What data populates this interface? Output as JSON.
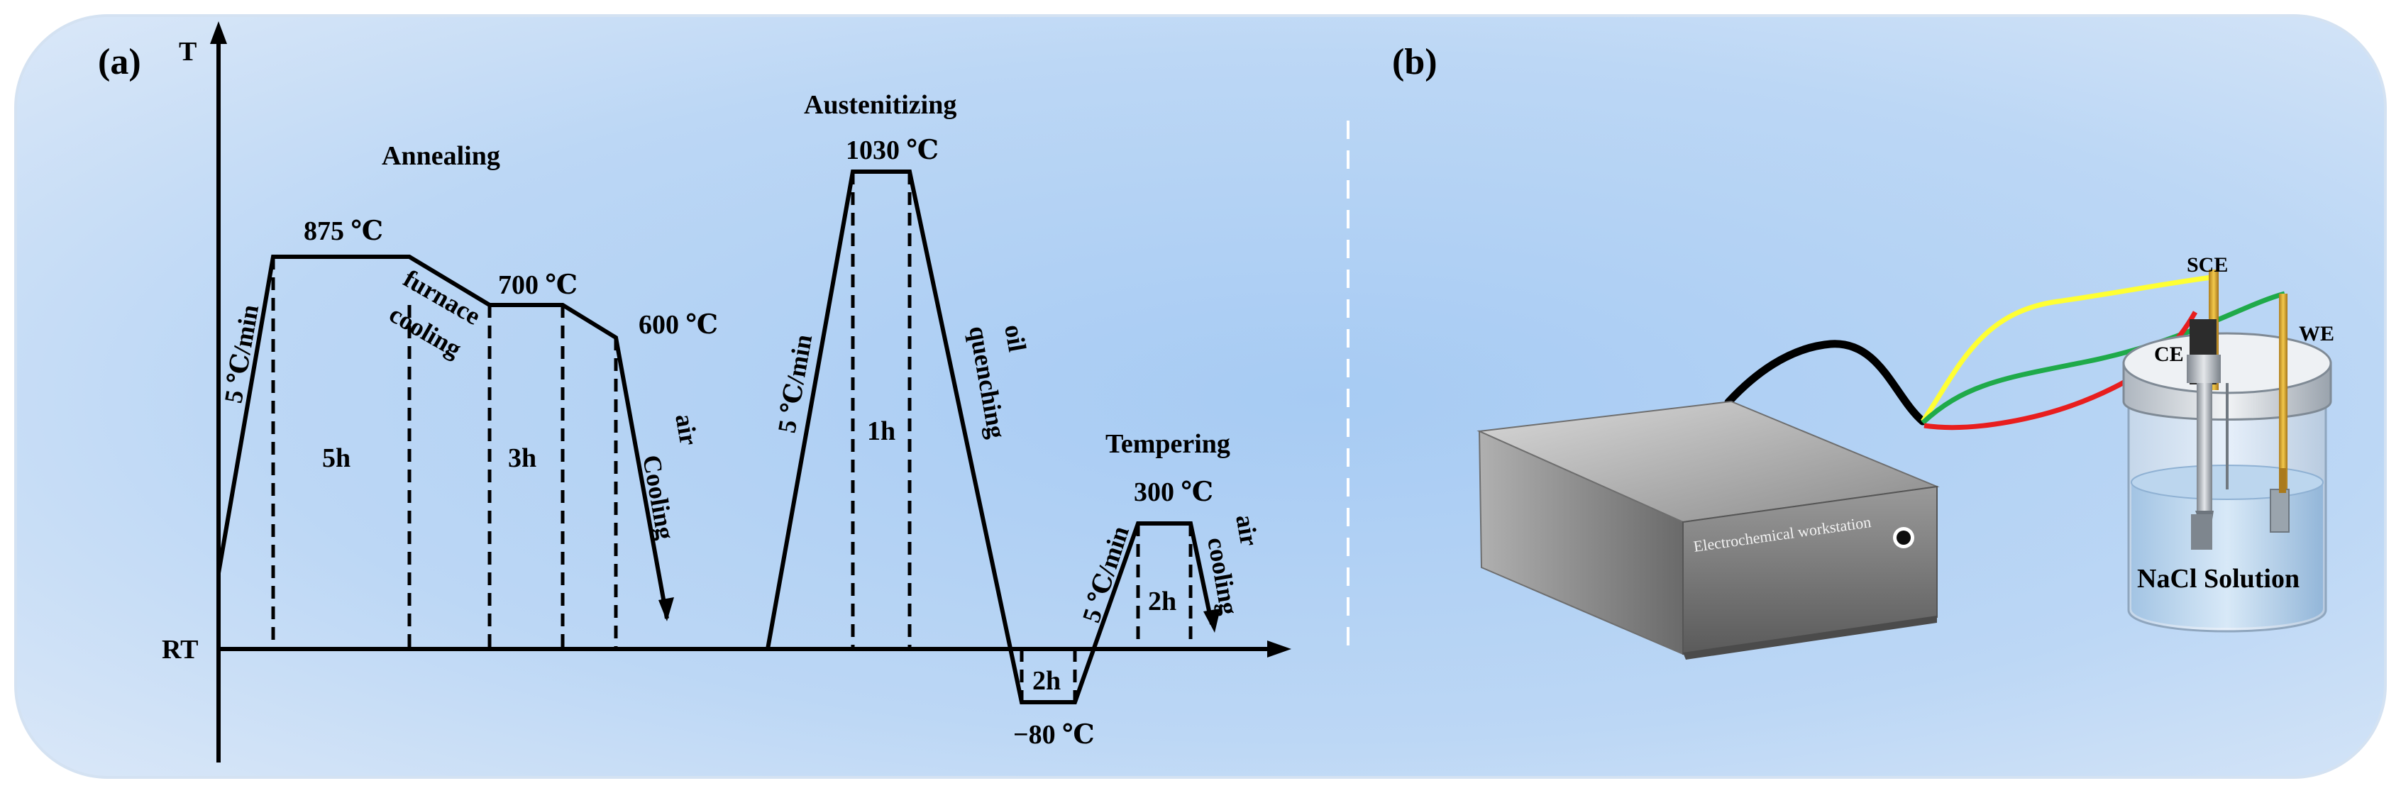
{
  "panel_a": {
    "label": "(a)",
    "axis_y": "T",
    "axis_x": "RT",
    "stages": {
      "annealing": "Annealing",
      "austenitizing": "Austenitizing",
      "tempering": "Tempering"
    },
    "temperatures": {
      "t875": "875 ℃",
      "t700": "700 ℃",
      "t600": "600 ℃",
      "t1030": "1030 ℃",
      "tm80": "−80 ℃",
      "t300": "300 ℃"
    },
    "rates": {
      "r1": "5 ℃/min",
      "r2": "5 ℃/min",
      "r3": "5 ℃/min"
    },
    "processes": {
      "furnace": "furnace",
      "cooling": "cooling",
      "air1": "air",
      "cooling1": "Cooling",
      "oil": "oil",
      "quenching": "quenching",
      "air2": "air",
      "cooling2": "cooling"
    },
    "durations": {
      "d5h": "5h",
      "d3h": "3h",
      "d1h": "1h",
      "d2h_a": "2h",
      "d2h_b": "2h"
    }
  },
  "panel_b": {
    "label": "(b)",
    "workstation": "Electrochemical workstation",
    "sce": "SCE",
    "ce": "CE",
    "we": "WE",
    "solution": "NaCl Solution"
  },
  "colors": {
    "bg_light": "#dbe9f8",
    "bg_mid": "#a9cbf2",
    "wire_yellow": "#ffff33",
    "wire_green": "#1faa4a",
    "wire_red": "#e81e1e",
    "wire_black": "#000000"
  }
}
